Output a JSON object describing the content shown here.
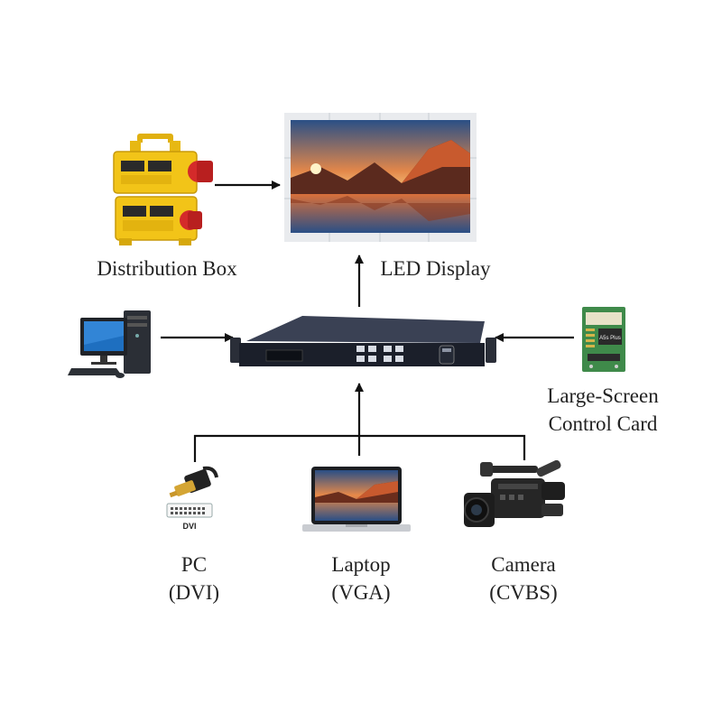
{
  "labels": {
    "distribution_box": "Distribution Box",
    "led_display": "LED Display",
    "control_card_line1": "Large-Screen",
    "control_card_line2": "Control Card",
    "pc_line1": "PC",
    "pc_line2": "(DVI)",
    "laptop_line1": "Laptop",
    "laptop_line2": "(VGA)",
    "camera_line1": "Camera",
    "camera_line2": "(CVBS)",
    "dvi_connector_text": "DVI",
    "control_card_chip_text": "A5s Plus"
  },
  "colors": {
    "arrow": "#111111",
    "box_yellow": "#f2c418",
    "socket_red": "#d42a2a",
    "processor_body": "#1b1f2a",
    "card_green": "#3f8a4a",
    "monitor_blue": "#1e6fc0"
  },
  "icons": {
    "distribution_box": "distribution-box-icon",
    "led_display": "led-display-icon",
    "desktop_pc": "desktop-computer-icon",
    "video_processor": "video-processor-icon",
    "control_card": "control-card-icon",
    "dvi_connector": "dvi-connector-icon",
    "laptop": "laptop-icon",
    "camera": "camcorder-icon"
  }
}
